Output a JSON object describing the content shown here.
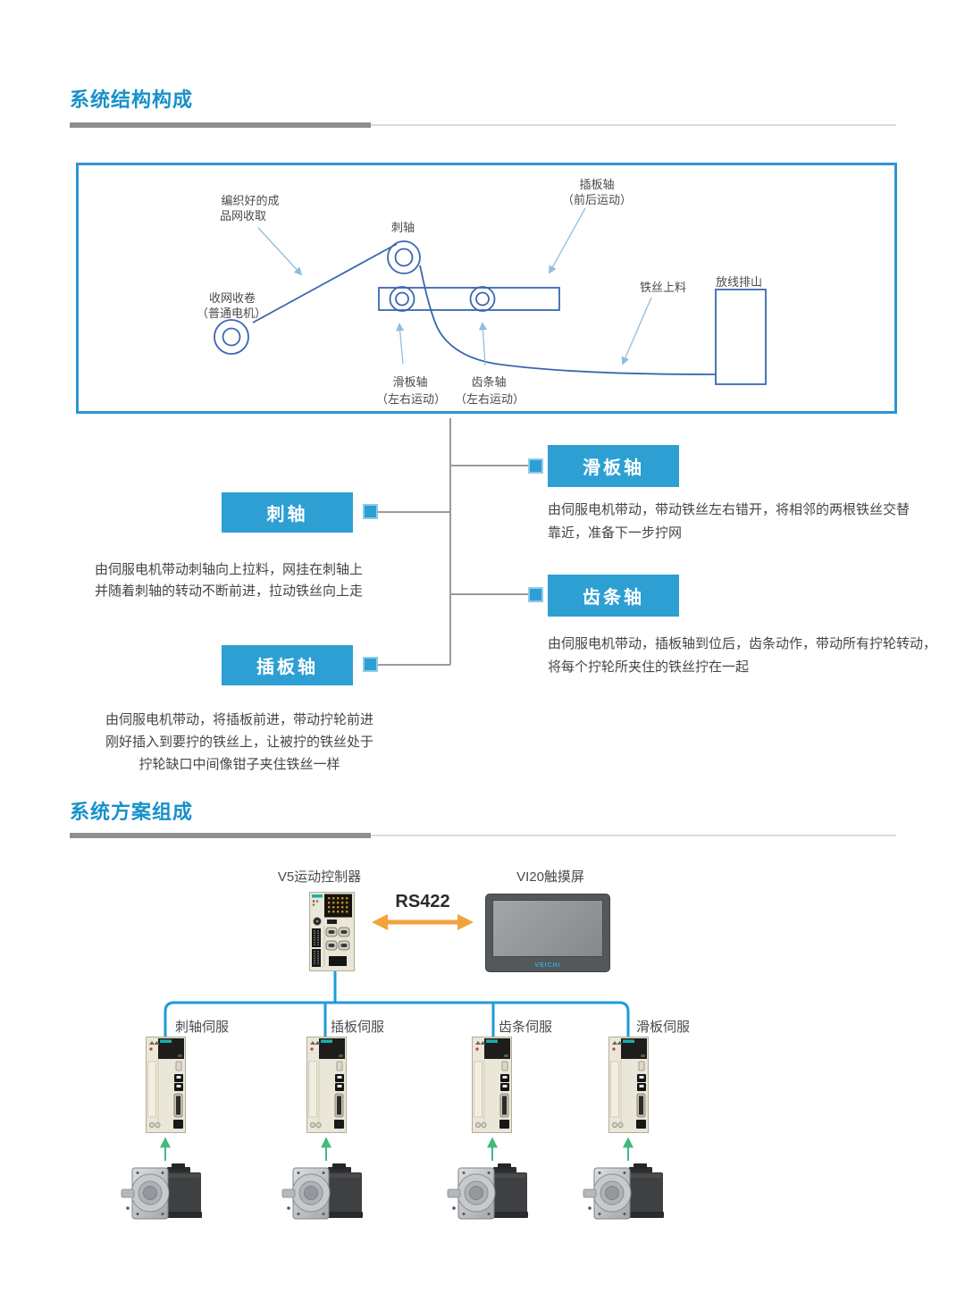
{
  "sections": {
    "structure": {
      "title": "系统结构构成"
    },
    "solution": {
      "title": "系统方案组成"
    }
  },
  "machine": {
    "labels": {
      "net_line1": "编织好的成",
      "net_line2": "品网收取",
      "ci": "刺轴",
      "winder_line1": "收网收卷",
      "winder_line2": "（普通电机）",
      "plate_line1": "插板轴",
      "plate_line2": "（前后运动）",
      "wire": "铁丝上料",
      "payoff": "放线排山",
      "slide_line1": "滑板轴",
      "slide_line2": "（左右运动）",
      "rack_line1": "齿条轴",
      "rack_line2": "（左右运动）"
    }
  },
  "flow": {
    "nodes": [
      {
        "label": "刺轴",
        "desc": [
          "由伺服电机带动刺轴向上拉料，网挂在刺轴上",
          "并随着刺轴的转动不断前进，拉动铁丝向上走"
        ]
      },
      {
        "label": "滑板轴",
        "desc": [
          "由伺服电机带动，带动铁丝左右错开，将相邻的两根铁丝交替",
          "靠近，准备下一步拧网"
        ]
      },
      {
        "label": "齿条轴",
        "desc": [
          "由伺服电机带动，插板轴到位后，齿条动作，带动所有拧轮转动，",
          "将每个拧轮所夹住的铁丝拧在一起"
        ]
      },
      {
        "label": "插板轴",
        "desc": [
          "由伺服电机带动，将插板前进，带动拧轮前进",
          "刚好插入到要拧的铁丝上，让被拧的铁丝处于",
          "拧轮缺口中间像钳子夹住铁丝一样"
        ]
      }
    ]
  },
  "solution": {
    "controller_label": "V5运动控制器",
    "hmi_label": "VI20触摸屏",
    "link_label": "RS422",
    "hmi_brand": "VEICHI",
    "servos": [
      {
        "label": "刺轴伺服"
      },
      {
        "label": "插板伺服"
      },
      {
        "label": "齿条伺服"
      },
      {
        "label": "滑板伺服"
      }
    ]
  },
  "colors": {
    "title_blue": "#1791C9",
    "node_blue": "#2E9FD3",
    "box_border_blue": "#2E93D5",
    "schematic_blue": "#3A67B0",
    "annotation_blue": "#8FBEDD",
    "flow_gray": "#9A9A9A",
    "bus_blue": "#1E9CD8",
    "motor_link_green": "#44B97C",
    "rs422_orange": "#F2A33C"
  }
}
